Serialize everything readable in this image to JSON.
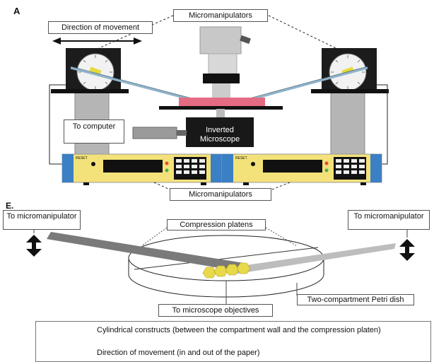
{
  "panel_a": {
    "tag": "A",
    "label_micromanipulators_top": "Micromanipulators",
    "label_direction": "Direction of movement",
    "label_to_computer": "To computer",
    "label_inverted_microscope": "Inverted Microscope",
    "label_micromanipulators_bottom": "Micromanipulators",
    "controller_reset": "RESET"
  },
  "panel_b": {
    "tag": "E.",
    "label_left_to_micromanipulator": "To micromanipulator",
    "label_right_to_micromanipulator": "To micromanipulator",
    "label_compression_platens": "Compression platens",
    "label_petri_dish": "Two-compartment Petri dish",
    "label_to_microscope": "To microscope objectives"
  },
  "legend": {
    "item_constructs": "Cylindrical constructs (between the compartment wall and the compression platen)",
    "item_direction": "Direction of movement (in and out of the paper)"
  },
  "colors": {
    "yellow_panel": "#f3e27a",
    "blue_end": "#3b7fc4",
    "pink_stage": "#e56b82",
    "construct": "#e8d94a",
    "dark": "#1a1a1a"
  }
}
